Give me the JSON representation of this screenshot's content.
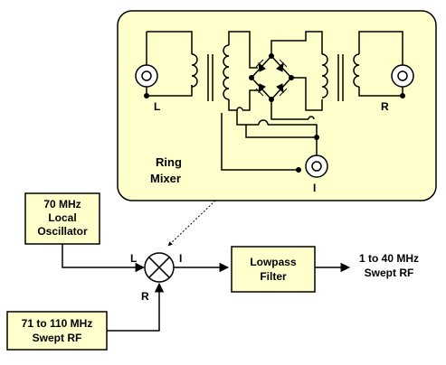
{
  "ring_mixer_title": {
    "line1": "Ring",
    "line2": "Mixer"
  },
  "port_labels": {
    "L": "L",
    "R": "R",
    "I": "I"
  },
  "local_oscillator": {
    "line1": "70 MHz",
    "line2": "Local",
    "line3": "Oscillator"
  },
  "swept_input": {
    "line1": "71 to 110 MHz",
    "line2": "Swept RF"
  },
  "lowpass_filter": {
    "line1": "Lowpass",
    "line2": "Filter"
  },
  "output": {
    "line1": "1 to 40 MHz",
    "line2": "Swept RF"
  },
  "colors": {
    "panel_fill": "#ffffcc",
    "line": "#000000",
    "background": "#ffffff"
  }
}
